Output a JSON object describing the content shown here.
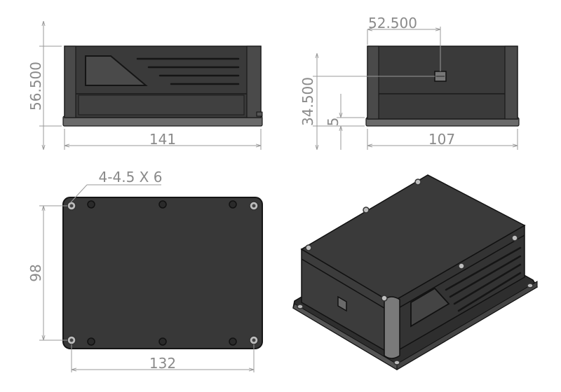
{
  "dimensions": {
    "front_width": "141",
    "front_height": "56.500",
    "side_width": "107",
    "side_height": "34.500",
    "side_port_offset": "52.500",
    "side_flange": "5",
    "bottom_holes": "4-4.5 X 6",
    "bottom_height": "98",
    "bottom_width": "132"
  },
  "colors": {
    "body": "#3a3a3a",
    "dimension_text": "#8a8a8a",
    "dimension_line": "#9a9a9a"
  }
}
